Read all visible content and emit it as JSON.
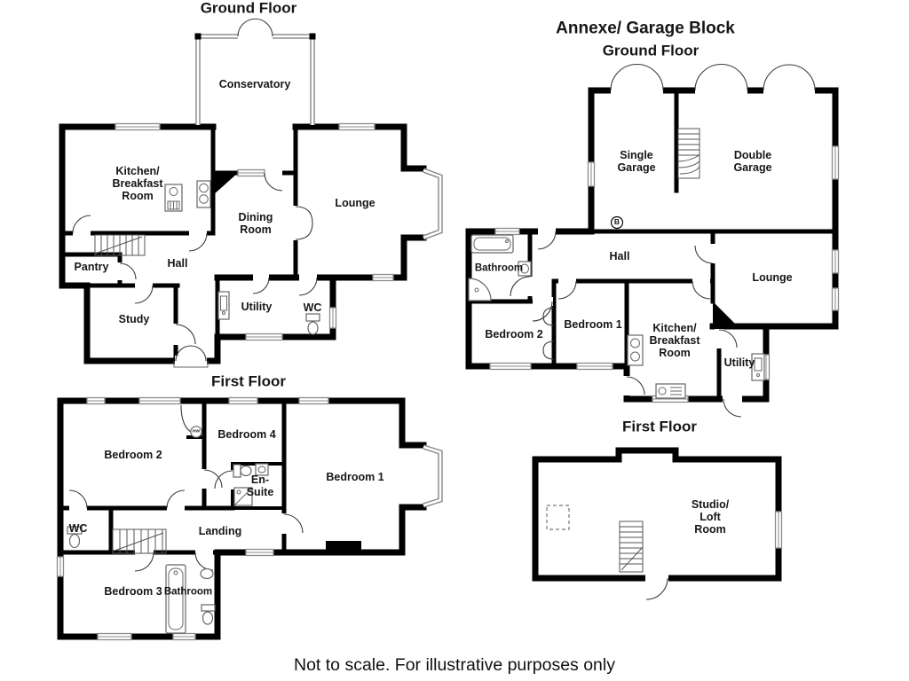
{
  "footer": "Not to scale. For illustrative purposes only",
  "plans": {
    "main_ground": {
      "title": "Ground Floor",
      "rooms": {
        "conservatory": "Conservatory",
        "kitchen": "Kitchen/\nBreakfast\nRoom",
        "dining": "Dining\nRoom",
        "lounge": "Lounge",
        "pantry": "Pantry",
        "hall": "Hall",
        "study": "Study",
        "utility": "Utility",
        "wc": "WC"
      }
    },
    "main_first": {
      "title": "First Floor",
      "rooms": {
        "bedroom2": "Bedroom 2",
        "bedroom4": "Bedroom 4",
        "ensuite": "En-\nSuite",
        "bedroom1": "Bedroom 1",
        "wc": "WC",
        "landing": "Landing",
        "bedroom3": "Bedroom 3",
        "bathroom": "Bathroom",
        "hw": "HW"
      }
    },
    "annexe": {
      "block_title": "Annexe/ Garage Block",
      "ground_title": "Ground Floor",
      "first_title": "First Floor",
      "rooms": {
        "single_garage": "Single\nGarage",
        "double_garage": "Double\nGarage",
        "bathroom": "Bathroom",
        "hall": "Hall",
        "lounge": "Lounge",
        "bedroom2": "Bedroom 2",
        "bedroom1": "Bedroom 1",
        "kitchen": "Kitchen/\nBreakfast\nRoom",
        "utility": "Utility",
        "boiler": "B",
        "studio": "Studio/\nLoft\nRoom"
      }
    }
  }
}
